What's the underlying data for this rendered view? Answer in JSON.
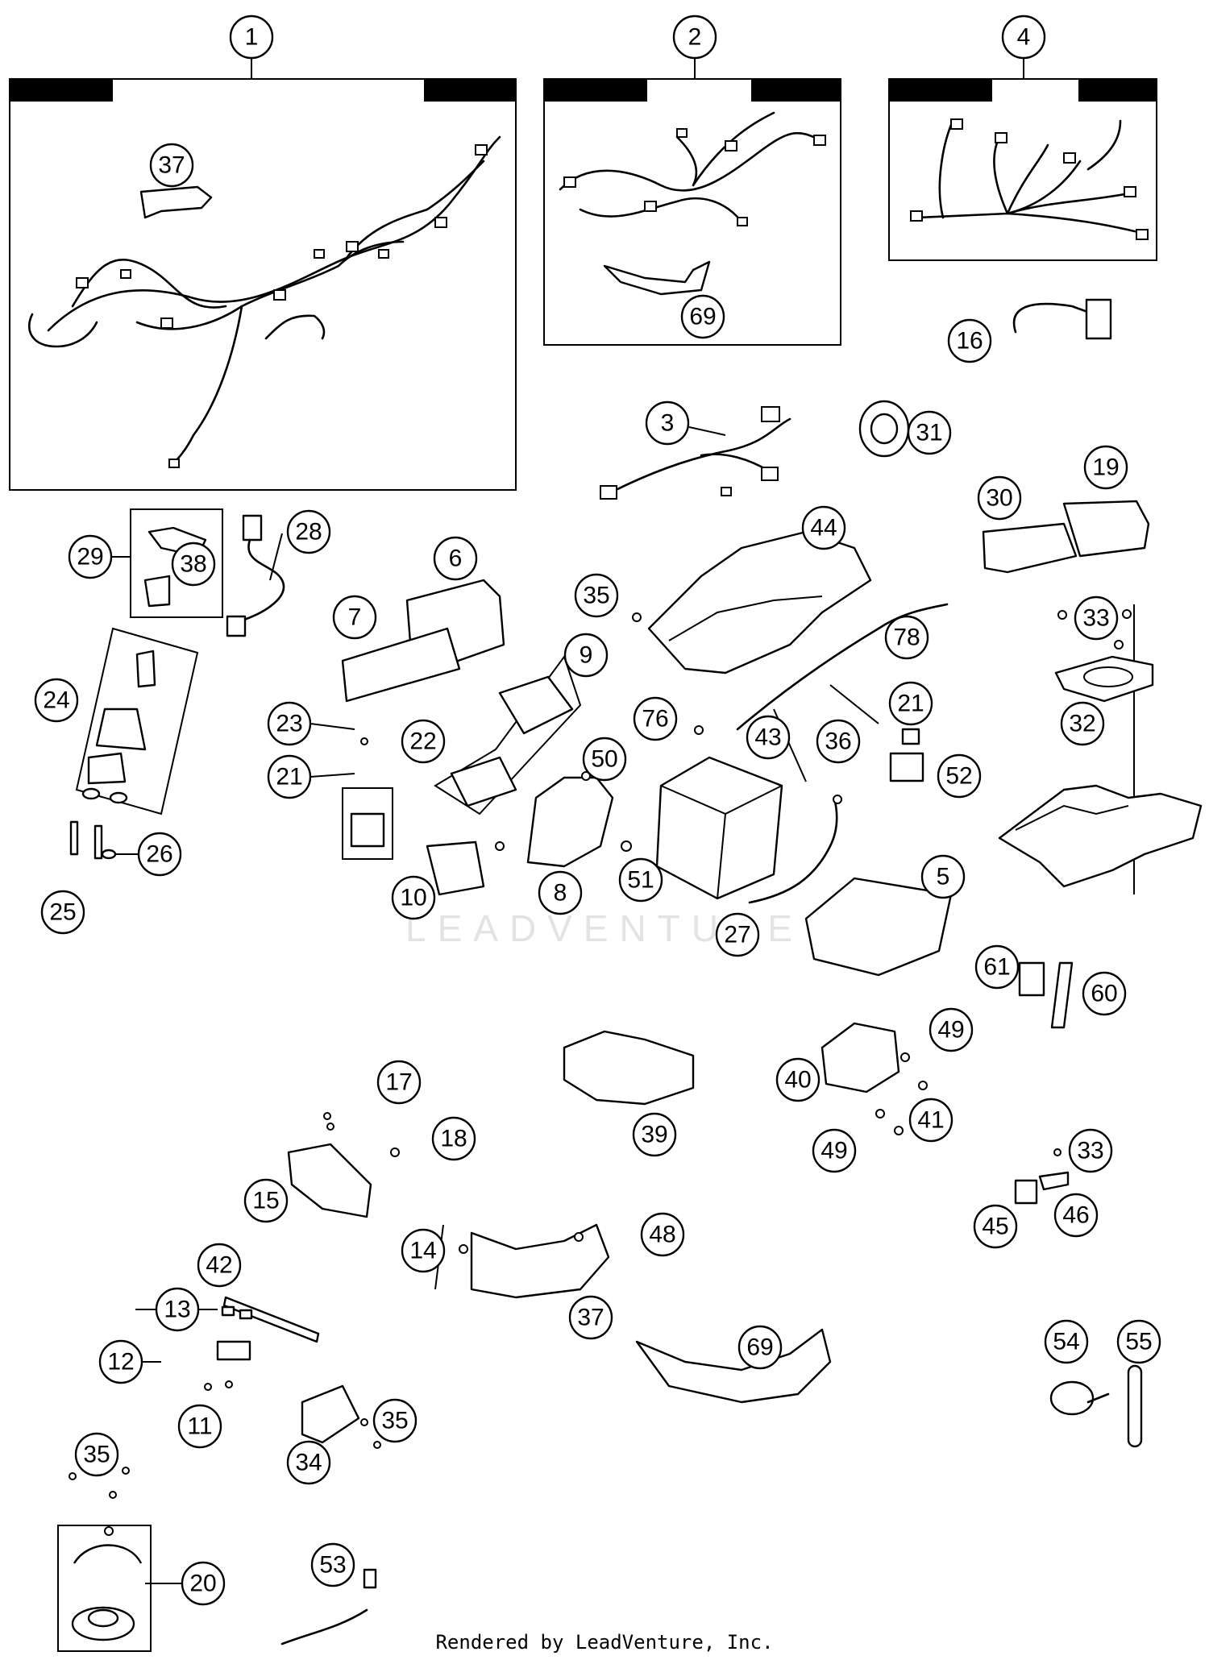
{
  "watermark": "LEADVENTURE",
  "footer": "Rendered by LeadVenture, Inc.",
  "callouts": {
    "c1": "1",
    "c2": "2",
    "c4": "4",
    "c37a": "37",
    "c69a": "69",
    "c16": "16",
    "c3": "3",
    "c31": "31",
    "c19": "19",
    "c30": "30",
    "c29": "29",
    "c38": "38",
    "c28": "28",
    "c6": "6",
    "c44": "44",
    "c35a": "35",
    "c7": "7",
    "c78": "78",
    "c33a": "33",
    "c9": "9",
    "c32": "32",
    "c24": "24",
    "c23": "23",
    "c76": "76",
    "c21a": "21",
    "c22": "22",
    "c50": "50",
    "c43": "43",
    "c36": "36",
    "c52": "52",
    "c21b": "21",
    "c26": "26",
    "c51": "51",
    "c5": "5",
    "c25": "25",
    "c10": "10",
    "c8": "8",
    "c27": "27",
    "c61": "61",
    "c60": "60",
    "c49a": "49",
    "c40": "40",
    "c17": "17",
    "c41": "41",
    "c18": "18",
    "c39": "39",
    "c49b": "49",
    "c33b": "33",
    "c15": "15",
    "c46": "46",
    "c45": "45",
    "c14": "14",
    "c48": "48",
    "c42": "42",
    "c37b": "37",
    "c13": "13",
    "c69b": "69",
    "c54": "54",
    "c55": "55",
    "c12": "12",
    "c35b": "35",
    "c11": "11",
    "c34": "34",
    "c35c": "35",
    "c20": "20",
    "c53": "53"
  }
}
